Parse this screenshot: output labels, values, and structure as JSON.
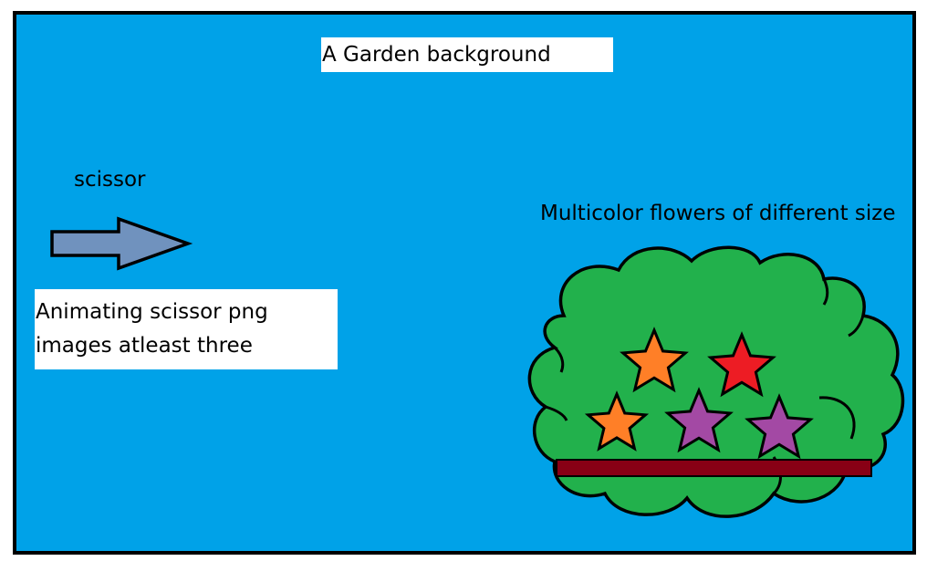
{
  "canvas": {
    "background": "#00a2e8",
    "border_color": "#000000"
  },
  "labels": {
    "title": "A Garden background",
    "scissor": "scissor",
    "animating_line1": "Animating scissor png",
    "animating_line2": "images atleast three",
    "flowers": "Multicolor flowers of different size"
  },
  "arrow": {
    "icon": "right-arrow-icon",
    "fill": "#7092be"
  },
  "bush": {
    "fill": "#22b14c",
    "ground_fill": "#880015"
  },
  "flowers": [
    {
      "icon": "star-icon",
      "color": "#ff7f27"
    },
    {
      "icon": "star-icon",
      "color": "#ed1c24"
    },
    {
      "icon": "star-icon",
      "color": "#ff7f27"
    },
    {
      "icon": "star-icon",
      "color": "#a349a4"
    },
    {
      "icon": "star-icon",
      "color": "#a349a4"
    }
  ]
}
